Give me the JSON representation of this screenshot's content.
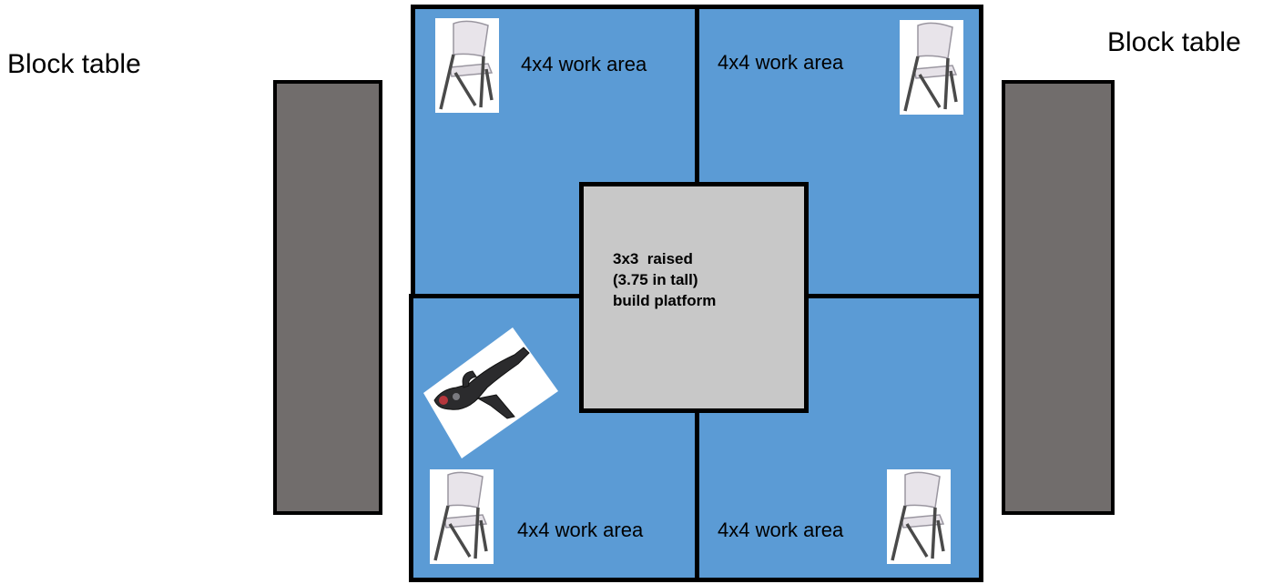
{
  "labels": {
    "left_table": "Block table",
    "right_table": "Block table"
  },
  "work_areas": {
    "top_left": "4x4 work area",
    "top_right": "4x4 work area",
    "bottom_left": "4x4 work area",
    "bottom_right": "4x4 work area"
  },
  "platform": {
    "line1": "3x3  raised",
    "line2": "(3.75 in tall)",
    "line3": "build platform"
  },
  "colors": {
    "work_area": "#5b9bd5",
    "block_table": "#716d6c",
    "platform": "#c8c8c8",
    "border": "#000000"
  },
  "icons": [
    "folding-chair-icon",
    "robot-arm-icon"
  ]
}
